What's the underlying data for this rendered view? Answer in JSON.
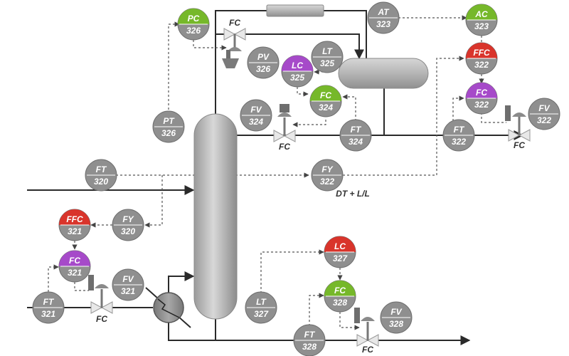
{
  "colors": {
    "instrument": "#8f8f8f",
    "controller_green": "#76b82a",
    "controller_red": "#d9342b",
    "controller_purple": "#a64ac9",
    "pipe": "#2a2a2a",
    "signal": "#555555",
    "vessel": "#b3b3b3"
  },
  "instruments": {
    "pc326": {
      "tag": "PC",
      "num": "326"
    },
    "pv326": {
      "tag": "PV",
      "num": "326"
    },
    "at323": {
      "tag": "AT",
      "num": "323"
    },
    "ac323": {
      "tag": "AC",
      "num": "323"
    },
    "ffc322": {
      "tag": "FFC",
      "num": "322"
    },
    "fc322": {
      "tag": "FC",
      "num": "322"
    },
    "fv322": {
      "tag": "FV",
      "num": "322"
    },
    "ft322": {
      "tag": "FT",
      "num": "322"
    },
    "lt325": {
      "tag": "LT",
      "num": "325"
    },
    "lc325": {
      "tag": "LC",
      "num": "325"
    },
    "fc324": {
      "tag": "FC",
      "num": "324"
    },
    "fv324": {
      "tag": "FV",
      "num": "324"
    },
    "ft324": {
      "tag": "FT",
      "num": "324"
    },
    "pt326": {
      "tag": "PT",
      "num": "326"
    },
    "ft320": {
      "tag": "FT",
      "num": "320"
    },
    "fy322": {
      "tag": "FY",
      "num": "322"
    },
    "fy320": {
      "tag": "FY",
      "num": "320"
    },
    "ffc321": {
      "tag": "FFC",
      "num": "321"
    },
    "fc321": {
      "tag": "FC",
      "num": "321"
    },
    "fv321": {
      "tag": "FV",
      "num": "321"
    },
    "ft321": {
      "tag": "FT",
      "num": "321"
    },
    "lc327": {
      "tag": "LC",
      "num": "327"
    },
    "fc328": {
      "tag": "FC",
      "num": "328"
    },
    "lt327": {
      "tag": "LT",
      "num": "327"
    },
    "fv328": {
      "tag": "FV",
      "num": "328"
    },
    "ft328": {
      "tag": "FT",
      "num": "328"
    }
  },
  "labels": {
    "fc_valve_326": "FC",
    "fc_valve_324": "FC",
    "fc_valve_322": "FC",
    "fc_valve_321": "FC",
    "fc_valve_328": "FC",
    "formula": "DT + L/L"
  }
}
